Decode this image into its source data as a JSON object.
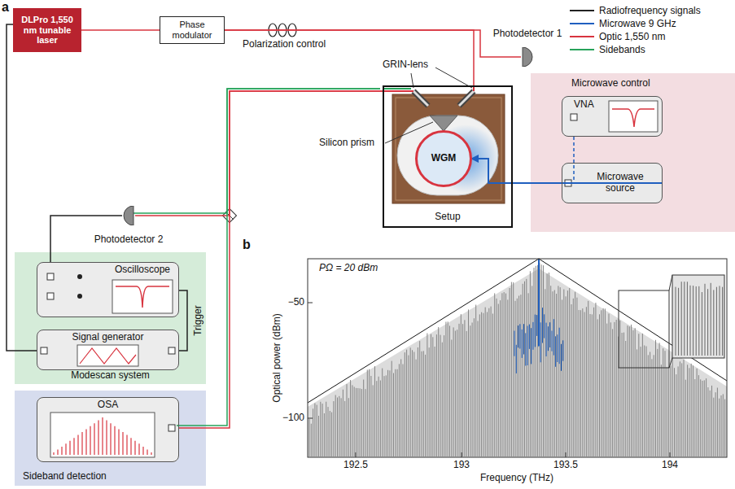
{
  "diagram": {
    "nodes": [
      {
        "text": [
          "DLPro 1,550 nm tunable laser"
        ]
      },
      {
        "text": [
          "Phase modulator"
        ]
      },
      {
        "text": [
          "Photodetector 1"
        ]
      },
      {
        "text": [
          "Setup"
        ]
      },
      {
        "text": [
          "WGM"
        ],
        "in": 3
      },
      {
        "text": [
          "Microwave control"
        ]
      },
      {
        "text": [
          "VNA"
        ],
        "in": 5
      },
      {
        "text": [
          "Microwave source"
        ],
        "in": 5
      },
      {
        "text": [
          "Photodetector 2"
        ]
      },
      {
        "text": [
          "Modescan system"
        ]
      },
      {
        "text": [
          "Oscilloscope"
        ],
        "in": 9
      },
      {
        "text": [
          "Signal generator"
        ],
        "in": 9
      },
      {
        "text": [
          "Sideband detection"
        ]
      },
      {
        "text": [
          "OSA"
        ],
        "in": 12
      }
    ],
    "edges": [
      {
        "from": 0,
        "to": 1,
        "arrow": "none"
      },
      {
        "from": 1,
        "to": 2,
        "arrow": "none"
      },
      {
        "from": 1,
        "to": 3,
        "arrow": "none"
      },
      {
        "from": 3,
        "to": 8,
        "arrow": "none"
      },
      {
        "from": 3,
        "to": 13,
        "arrow": "none"
      },
      {
        "from": 8,
        "to": 10,
        "arrow": "none"
      },
      {
        "from": 11,
        "to": 0,
        "arrow": "none"
      },
      {
        "from": 11,
        "to": 10,
        "arrow": "none",
        "label": "Trigger"
      },
      {
        "from": 7,
        "to": 4,
        "arrow": "to"
      },
      {
        "from": 6,
        "to": 4,
        "arrow": "none"
      }
    ],
    "labels": [
      "a",
      "b",
      "Polarization control",
      "GRIN-lens",
      "Silicon prism",
      "PΩ = 20 dBm",
      "Optical power (dBm)",
      "Frequency (THz)",
      "−50",
      "−100",
      "192.5",
      "193",
      "193.5",
      "194"
    ],
    "legend": [
      {
        "text": "Radiofrequency signals"
      },
      {
        "text": "Microwave 9 GHz"
      },
      {
        "text": "Optic 1,550 nm"
      },
      {
        "text": "Sidebands"
      }
    ]
  }
}
